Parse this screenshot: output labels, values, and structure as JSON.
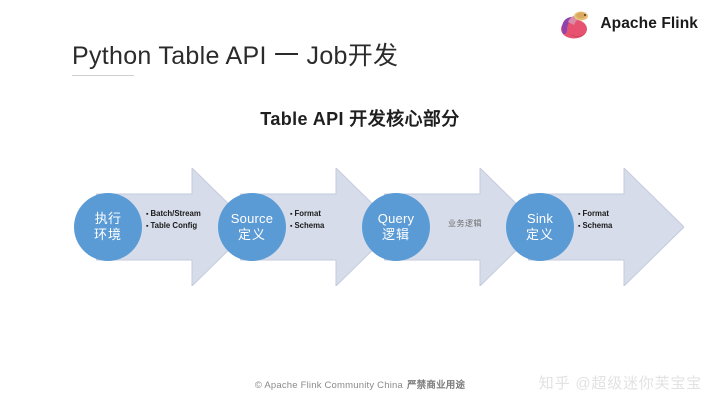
{
  "brand": {
    "name": "Apache Flink",
    "logo_icon": "flink-squirrel-icon",
    "logo_colors": [
      "#E6526F",
      "#8E44AD",
      "#D98BA8",
      "#E8C07A"
    ]
  },
  "slide": {
    "title": "Python Table API 一 Job开发",
    "subtitle": "Table API 开发核心部分",
    "background": "#ffffff"
  },
  "theme": {
    "circle_fill": "#5b9bd5",
    "arrow_fill": "#d6dce9",
    "arrow_stroke": "#c3cbdd",
    "title_color": "#2b2b2b",
    "footer_color": "#8a8a8a",
    "watermark_color": "#e2e2e2"
  },
  "flow": {
    "steps": [
      {
        "circle_line1": "执行",
        "circle_line2": "环境",
        "bullets": [
          "Batch/Stream",
          "Table Config"
        ],
        "note": ""
      },
      {
        "circle_line1": "Source",
        "circle_line2": "定义",
        "bullets": [
          "Format",
          "Schema"
        ],
        "note": ""
      },
      {
        "circle_line1": "Query",
        "circle_line2": "逻辑",
        "bullets": [],
        "note": "业务逻辑"
      },
      {
        "circle_line1": "Sink",
        "circle_line2": "定义",
        "bullets": [
          "Format",
          "Schema"
        ],
        "note": ""
      }
    ]
  },
  "footer": {
    "copyright": "© Apache Flink Community China",
    "notice": "严禁商业用途"
  },
  "watermark": {
    "text": "知乎 @超级迷你芙宝宝"
  }
}
